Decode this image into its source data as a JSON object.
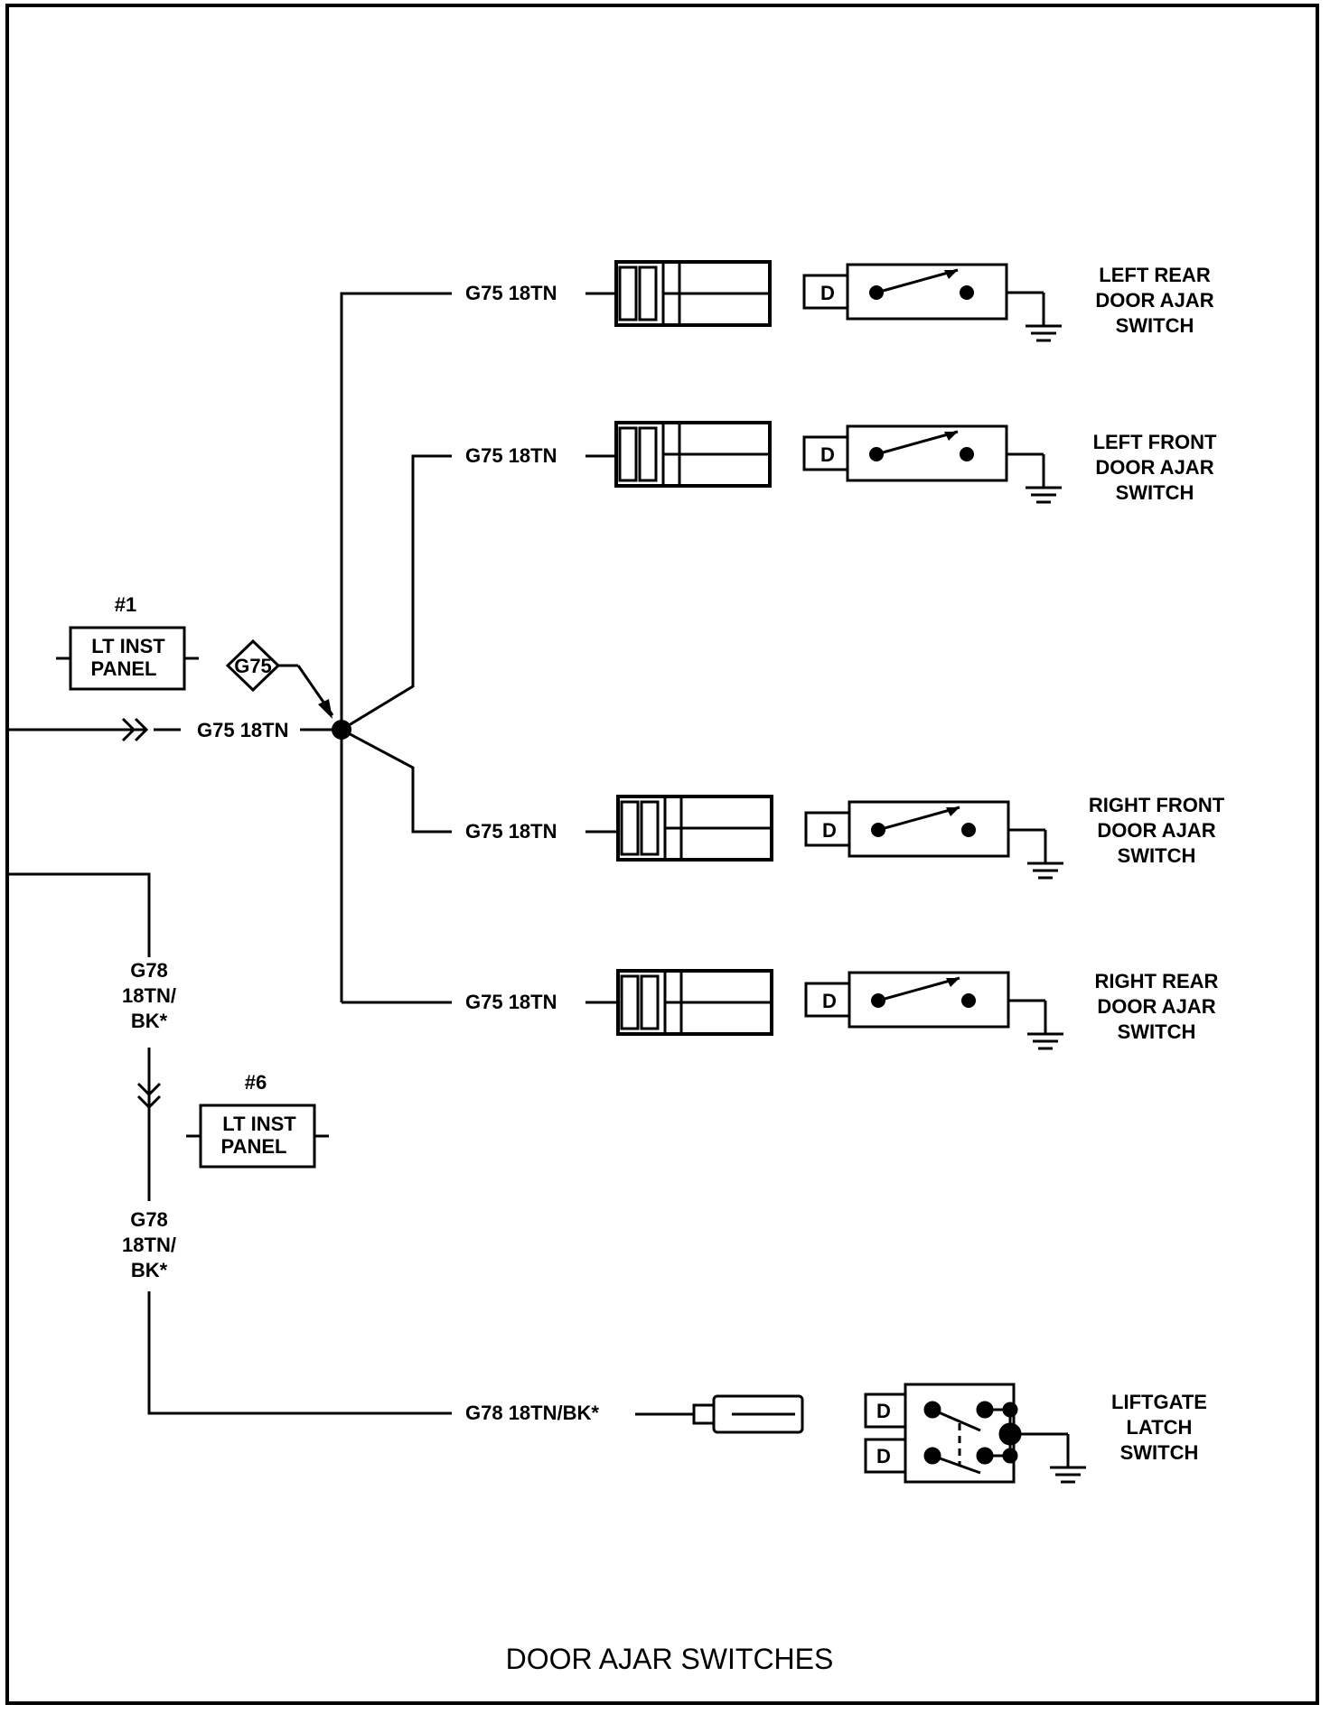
{
  "diagram": {
    "title": "DOOR AJAR SWITCHES",
    "splice_label": "G75",
    "main_wire_label": "G75 18TN",
    "connector_1": {
      "number": "#1",
      "line1": "LT INST",
      "line2": "PANEL"
    },
    "connector_6": {
      "number": "#6",
      "line1": "LT INST",
      "line2": "PANEL"
    },
    "g78_upper": {
      "line1": "G78",
      "line2": "18TN/",
      "line3": "BK*"
    },
    "g78_lower": {
      "line1": "G78",
      "line2": "18TN/",
      "line3": "BK*"
    },
    "branches": [
      {
        "wire_label": "G75 18TN",
        "switch_line1": "LEFT REAR",
        "switch_line2": "DOOR AJAR",
        "switch_line3": "SWITCH"
      },
      {
        "wire_label": "G75 18TN",
        "switch_line1": "LEFT FRONT",
        "switch_line2": "DOOR AJAR",
        "switch_line3": "SWITCH"
      },
      {
        "wire_label": "G75 18TN",
        "switch_line1": "RIGHT FRONT",
        "switch_line2": "DOOR AJAR",
        "switch_line3": "SWITCH"
      },
      {
        "wire_label": "G75 18TN",
        "switch_line1": "RIGHT REAR",
        "switch_line2": "DOOR AJAR",
        "switch_line3": "SWITCH"
      }
    ],
    "liftgate": {
      "wire_label": "G78 18TN/BK*",
      "switch_line1": "LIFTGATE",
      "switch_line2": "LATCH",
      "switch_line3": "SWITCH",
      "terminal_letter": "D"
    },
    "terminal_letter": "D"
  }
}
